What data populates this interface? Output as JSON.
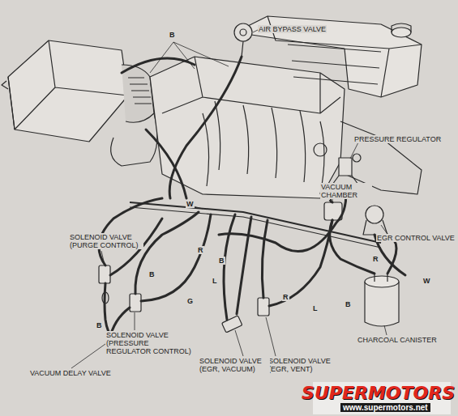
{
  "diagram": {
    "labels": [
      "B",
      "AIR BYPASS VALVE",
      "PRESSURE REGULATOR",
      "R",
      "W",
      "VACUUM CHAMBER",
      "EGR CONTROL VALVE",
      "SOLENOID VALVE (PURGE CONTROL)",
      "R",
      "B",
      "B",
      "L",
      "R",
      "R",
      "W",
      "L",
      "B",
      "G",
      "B",
      "CHARCOAL CANISTER",
      "SOLENOID VALVE (PRESSURE REGULATOR CONTROL)",
      "SOLENOID VALVE (EGR, VENT)",
      "VACUUM DELAY VALVE",
      "SOLENOID VALVE (EGR, VACUUM)",
      "SUPERMOTORS",
      "www.supermotors.net"
    ]
  }
}
